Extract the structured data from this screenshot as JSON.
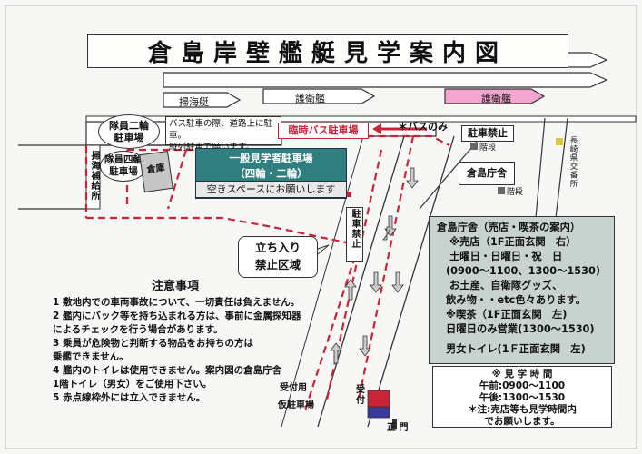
{
  "title": "倉島岸壁艦艇見学案内図",
  "ships": {
    "ship1": "掃海艇",
    "ship2": "護衛艦",
    "ship3": "護衛艦"
  },
  "labels": {
    "crew_bike_parking": "隊員二輪\n駐車場",
    "bus_note": "バス駐車の際、道路上に駐車。\n縦列駐車で願います。",
    "temp_bus_parking": "臨時バス駐車場",
    "bus_only": "＊バスのみ",
    "no_parking": "駐車禁止",
    "crew_car_parking": "隊員四輪\n駐車場",
    "warehouse": "倉庫",
    "public_parking_line1": "一般見学者駐車場",
    "public_parking_line2": "（四輪・二輪）",
    "public_parking_line3": "空きスペースにお願いします",
    "stairs1": "階段",
    "stairs2": "階段",
    "kurashima_office": "倉島庁舎",
    "no_parking_vertical": "駐車禁止",
    "minesweeper_depot": "掃海補給所",
    "no_entry_line1": "立ち入り",
    "no_entry_line2": "禁止区域",
    "reception1": "受付用",
    "reception_temp_toilet": "仮駐車場",
    "reception2": "受",
    "reception2b": "付",
    "main_gate": "正 門",
    "road_sign": "長崎県交番所"
  },
  "notes": {
    "heading": "注意事項",
    "items": [
      "1  敷地内での車両事故について、一切責任は負えません。",
      "2  艦内にバック等を持ち込まれる方は、事前に金属探知器",
      "    によるチェックを行う場合があります。",
      "3  乗員が危険物と判断する物品をお持ちの方は",
      "    乗艦できません。",
      "4  艦内のトイレは使用できません。案内図の倉島庁舎",
      "    1階トイレ（男女）をご使用下さい。",
      "5  赤点線枠外には立入できません。"
    ]
  },
  "office_info": {
    "lines": [
      "倉島庁舎（売店・喫茶の案内）",
      "※売店（1F正面玄関　右）",
      "土曜日・日曜日・祝　日",
      "(0900～1100、1300～1530)",
      "お土産、自衛隊グッズ、",
      "飲み物・・etc色々あります。",
      "※喫茶（1F正面玄関　左)",
      "日曜日のみ営業(1300～1530)",
      "",
      "男女トイレ(1Ｆ正面玄関　左)"
    ]
  },
  "hours": {
    "heading": "※ 見 学 時 間",
    "am": "午前:0900～1100",
    "pm": "午後:1300～1530",
    "note1": "＊注:売店等も見学時間内",
    "note2": "でお願いします。"
  },
  "colors": {
    "red_dash": "#c8243a",
    "teal": "#2f7f7e",
    "pink": "#f3a6cf",
    "grey_box": "#c8d3cf"
  }
}
